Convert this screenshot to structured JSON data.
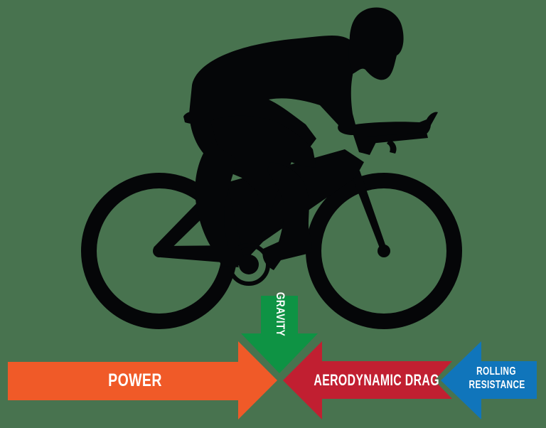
{
  "diagram": {
    "subject": "cyclist-silhouette-on-road-bike",
    "background_color": "#48734f",
    "silhouette_color": "#050608",
    "forces": [
      {
        "id": "power",
        "label": "POWER",
        "direction": "right",
        "color": "#f05a28"
      },
      {
        "id": "gravity",
        "label": "GRAVITY",
        "direction": "down",
        "color": "#0e9344"
      },
      {
        "id": "aerodynamic-drag",
        "label": "AERODYNAMIC DRAG",
        "direction": "left",
        "color": "#c11f31"
      },
      {
        "id": "rolling-resistance",
        "label_lines": [
          "ROLLING",
          "RESISTANCE"
        ],
        "direction": "left",
        "color": "#1075bb"
      }
    ]
  }
}
